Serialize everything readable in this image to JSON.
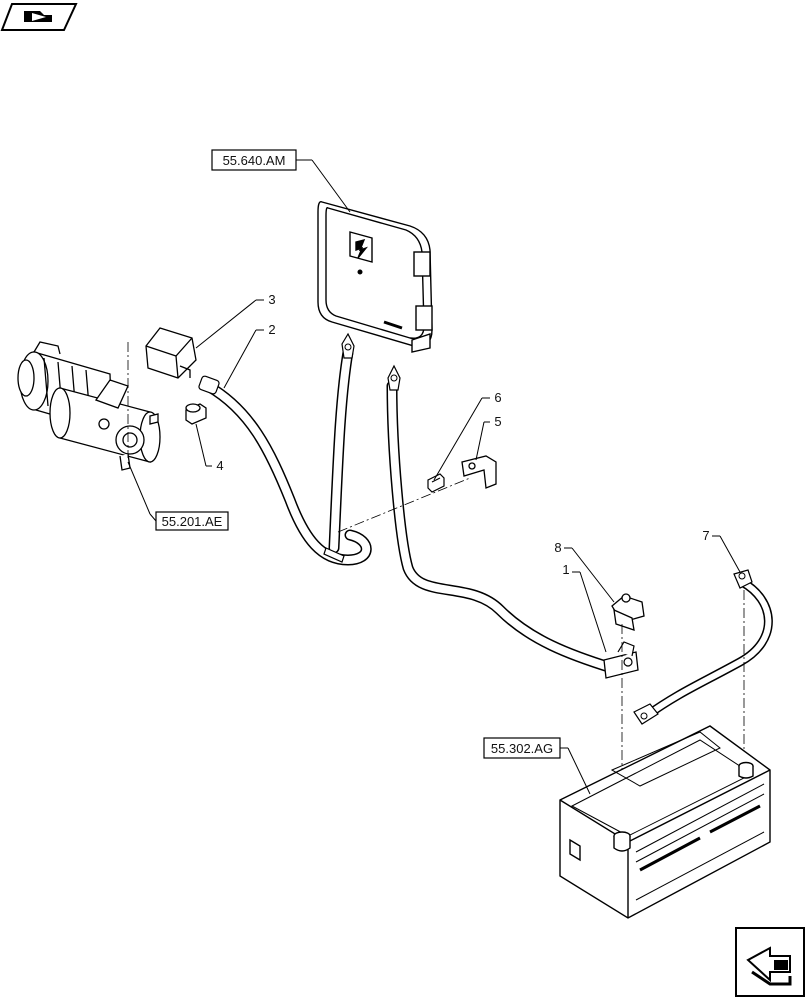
{
  "diagram": {
    "references": [
      {
        "id": "ecu_ref",
        "label": "55.640.AM"
      },
      {
        "id": "starter_ref",
        "label": "55.201.AE"
      },
      {
        "id": "battery_ref",
        "label": "55.302.AG"
      }
    ],
    "callouts": [
      {
        "id": "c1",
        "label": "1"
      },
      {
        "id": "c2",
        "label": "2"
      },
      {
        "id": "c3",
        "label": "3"
      },
      {
        "id": "c4",
        "label": "4"
      },
      {
        "id": "c5",
        "label": "5"
      },
      {
        "id": "c6",
        "label": "6"
      },
      {
        "id": "c7",
        "label": "7"
      },
      {
        "id": "c8",
        "label": "8"
      }
    ],
    "icons": {
      "top_left": "book-pointer-icon",
      "bottom_right": "navigation-arrow-icon"
    }
  }
}
